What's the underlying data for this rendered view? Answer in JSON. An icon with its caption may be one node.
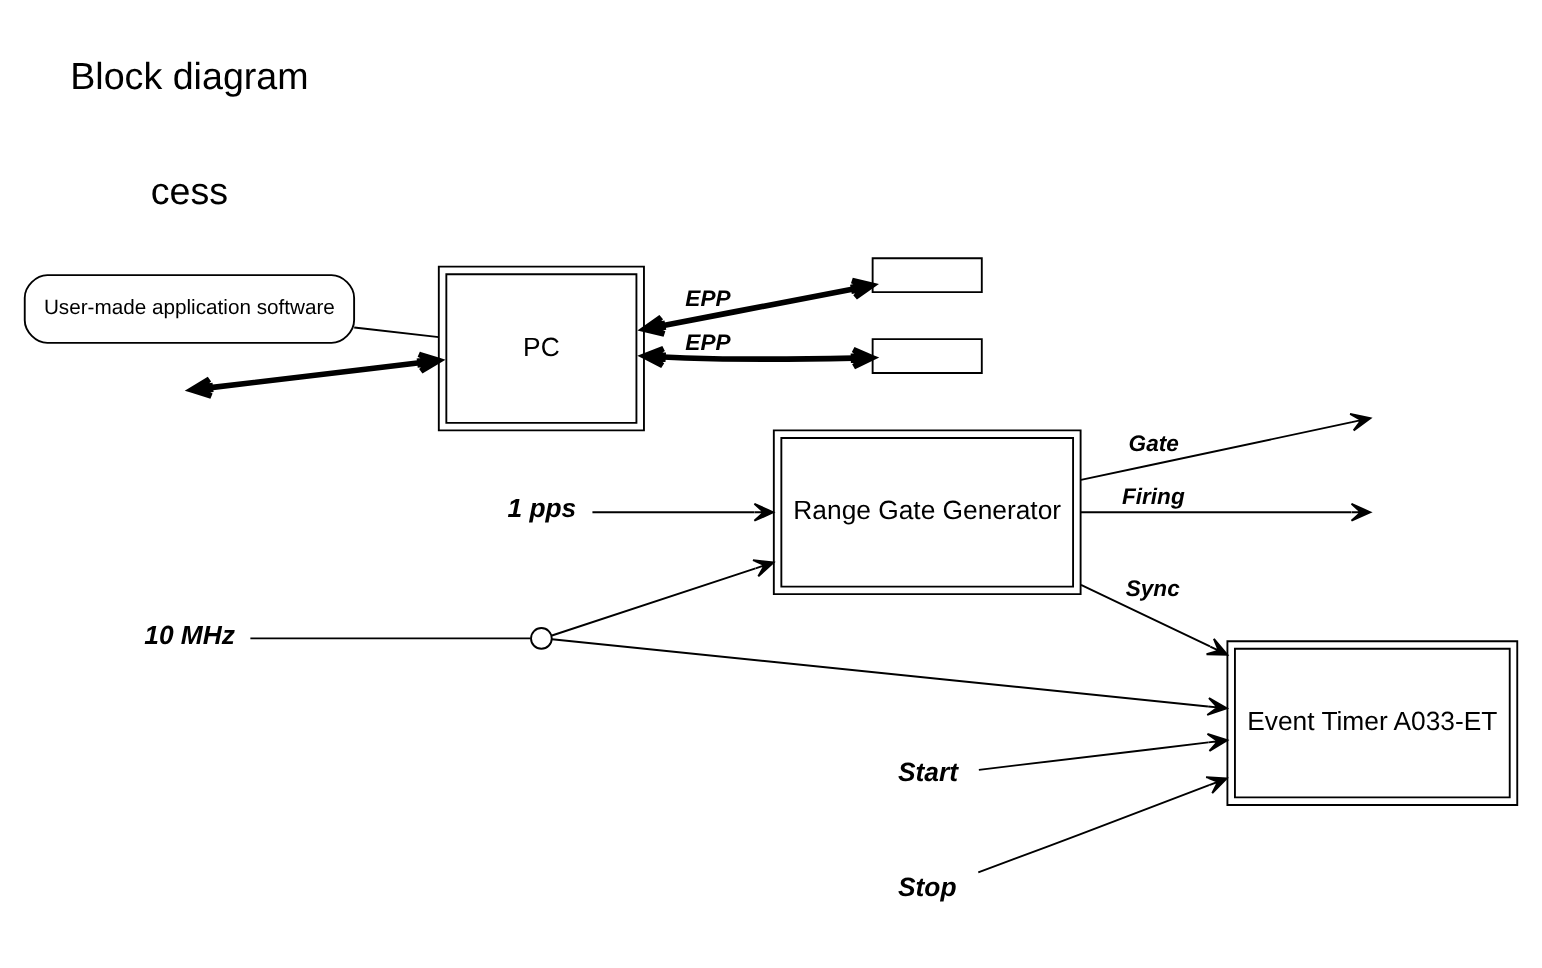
{
  "diagram": {
    "nodes": [
      {
        "text": [
          "Range Gate Generator"
        ]
      },
      {
        "text": [],
        "shape": "box"
      },
      {
        "text": [
          "Event Timer A033-ET"
        ]
      },
      {
        "text": [],
        "shape": "box"
      },
      {
        "text": [
          "PC"
        ]
      },
      {
        "text": [
          "User-made application software"
        ]
      },
      {
        "text": [],
        "shape": "circle"
      },
      {
        "text": [
          "10 MHz"
        ]
      },
      {
        "text": [
          "1 pps"
        ]
      },
      {
        "text": [
          "Start"
        ]
      },
      {
        "text": [
          "Stop"
        ]
      }
    ],
    "edges": [
      {
        "from": 7,
        "to": 6,
        "arrow": "none"
      },
      {
        "from": 6,
        "to": 0,
        "arrow": "to"
      },
      {
        "from": 8,
        "to": 0,
        "arrow": "to"
      },
      {
        "from": 6,
        "to": 2,
        "arrow": "to"
      },
      {
        "from": 0,
        "to": null,
        "arrow": "to",
        "label": "Gate"
      },
      {
        "from": 0,
        "to": null,
        "arrow": "to",
        "label": "Firing"
      },
      {
        "from": 0,
        "to": 2,
        "arrow": "to",
        "label": "Sync"
      },
      {
        "from": 9,
        "to": 2,
        "arrow": "to"
      },
      {
        "from": 10,
        "to": 2,
        "arrow": "to"
      },
      {
        "from": 4,
        "to": 1,
        "arrow": "both",
        "style": "thick",
        "label": "EPP"
      },
      {
        "from": 4,
        "to": 3,
        "arrow": "both",
        "style": "thick",
        "label": "EPP"
      },
      {
        "from": null,
        "to": 4,
        "arrow": "both",
        "style": "thick"
      },
      {
        "from": 5,
        "to": 4,
        "arrow": "none"
      }
    ],
    "labels": [
      "cess",
      "Block diagram"
    ]
  }
}
